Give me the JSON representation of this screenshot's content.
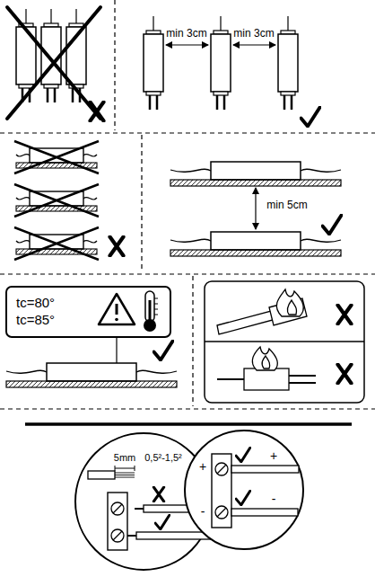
{
  "diagram": {
    "nodes": [
      {
        "text": [
          "tc=80°",
          "tc=85°"
        ]
      }
    ],
    "labels": [
      "min 3cm",
      "min 3cm",
      "min 5cm",
      "5mm",
      "0,5²-1,5²",
      "+",
      "-",
      "+",
      "-"
    ]
  }
}
